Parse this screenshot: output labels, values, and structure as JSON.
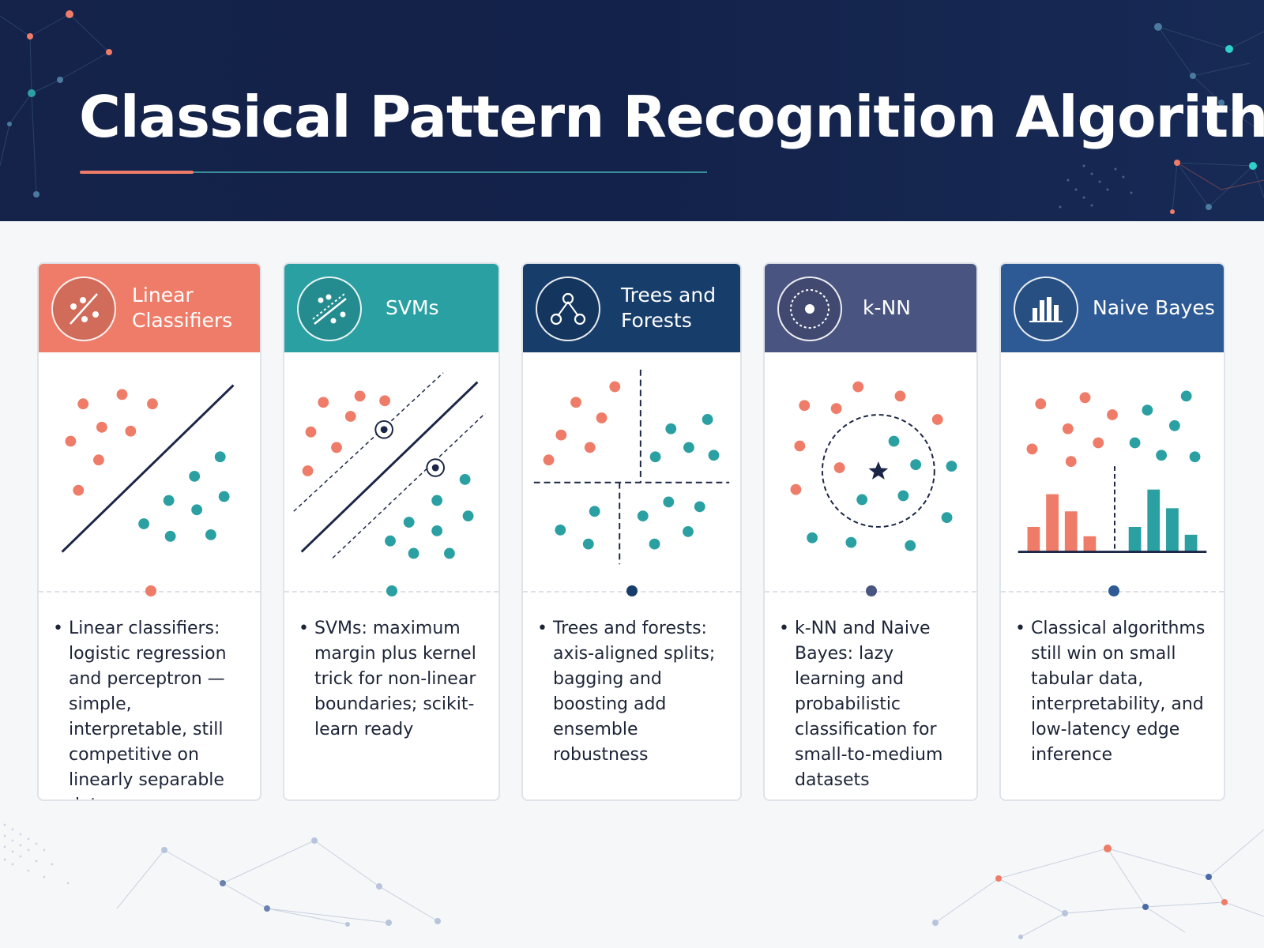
{
  "title": "Classical Pattern Recognition Algorithms",
  "colors": {
    "coral": "#ee7c68",
    "teal": "#2aa0a2",
    "navy": "#173d6b",
    "slate": "#4a5480",
    "blue": "#2d5a94",
    "dark": "#15234a"
  },
  "cards": [
    {
      "title": "Linear Classifiers",
      "icon": "linear-separator-icon",
      "text": "Linear classifiers: logistic regression and perceptron — simple, interpretable, still competitive on linearly separable data"
    },
    {
      "title": "SVMs",
      "icon": "svm-margin-icon",
      "text": "SVMs: maximum margin plus kernel trick for non-linear boundaries; scikit-learn ready"
    },
    {
      "title": "Trees and Forests",
      "icon": "tree-icon",
      "text": "Trees and forests: axis-aligned splits; bagging and boosting add ensemble robustness"
    },
    {
      "title": "k-NN",
      "icon": "target-icon",
      "text": "k-NN and Naive Bayes: lazy learning and probabilistic classification for small-to-medium datasets"
    },
    {
      "title": "Naive Bayes",
      "icon": "bar-chart-icon",
      "text": "Classical algorithms still win on small tabular data, interpretability, and low-latency edge inference"
    }
  ],
  "bullet": "•"
}
